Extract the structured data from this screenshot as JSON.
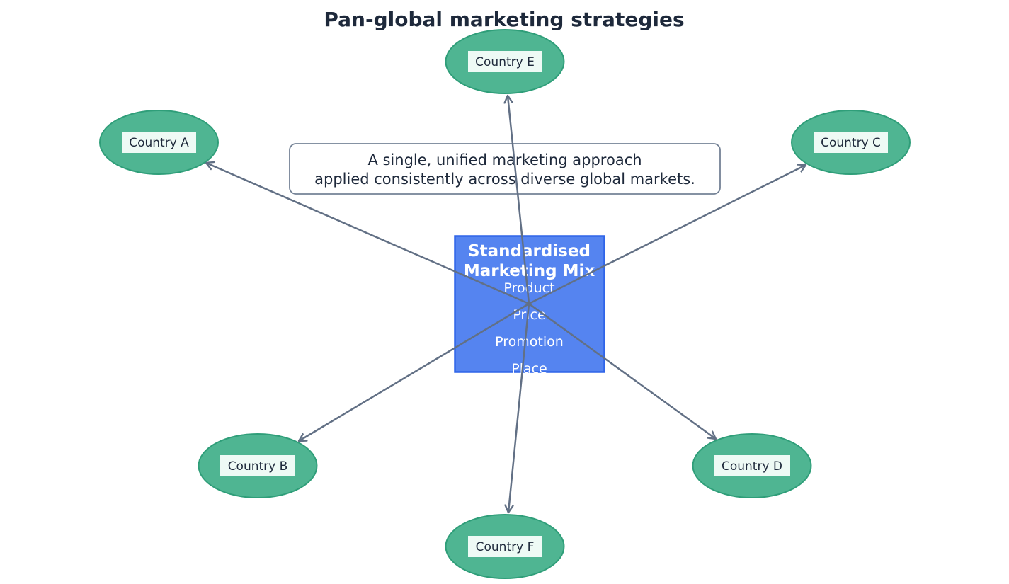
{
  "title": "Pan-global marketing strategies",
  "note": {
    "line1": "A single, unified marketing approach",
    "line2": "applied consistently across diverse global markets."
  },
  "center": {
    "title_line1": "Standardised",
    "title_line2": "Marketing Mix",
    "items": [
      "Product",
      "Price",
      "Promotion",
      "Place"
    ]
  },
  "countries": {
    "a": "Country A",
    "b": "Country B",
    "c": "Country C",
    "d": "Country D",
    "e": "Country E",
    "f": "Country F"
  },
  "colors": {
    "country_fill": "#4fb592",
    "country_stroke": "#2f9e79",
    "label_bg": "#eefaf5",
    "center_fill": "#5584f0",
    "center_stroke": "#2f64e8",
    "arrow": "#627085",
    "note_stroke": "#748296",
    "text": "#1e293b"
  }
}
